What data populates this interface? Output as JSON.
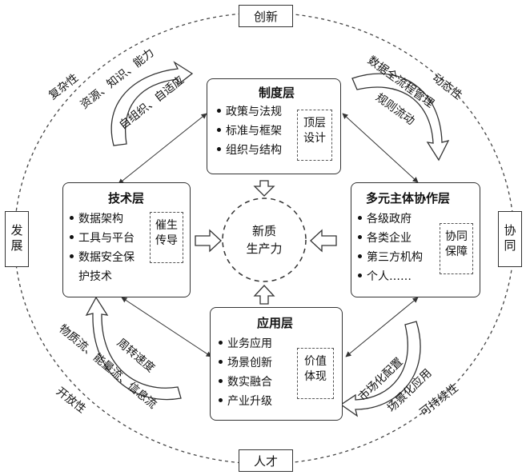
{
  "outer": {
    "top": "创新",
    "bottom": "人才",
    "left": "发展",
    "right": "协同",
    "top_left": "复杂性",
    "top_right": "动态性",
    "bottom_left": "开放性",
    "bottom_right": "可持续性"
  },
  "arcs": {
    "top_left_outer": "资源、知识、能力",
    "top_left_inner": "自组织、自适应",
    "top_right_outer": "数据全流程管理",
    "top_right_inner": "规则流动",
    "bottom_left_outer": "物质流、能量流、信息流",
    "bottom_left_inner": "周转速度",
    "bottom_right_outer": "场景化应用",
    "bottom_right_inner": "市场化配置"
  },
  "center": {
    "line1": "新质",
    "line2": "生产力"
  },
  "boxes": {
    "institution": {
      "title": "制度层",
      "items": [
        "政策与法规",
        "标准与框架",
        "组织与结构"
      ],
      "tag_line1": "顶层",
      "tag_line2": "设计"
    },
    "technology": {
      "title": "技术层",
      "items": [
        "数据架构",
        "工具与平台",
        "数据安全保",
        "护技术"
      ],
      "tag_line1": "催生",
      "tag_line2": "传导"
    },
    "actors": {
      "title": "多元主体协作层",
      "items": [
        "各级政府",
        "各类企业",
        "第三方机构",
        "个人……"
      ],
      "tag_line1": "协同",
      "tag_line2": "保障"
    },
    "application": {
      "title": "应用层",
      "items": [
        "业务应用",
        "场景创新",
        "数实融合",
        "产业升级"
      ],
      "tag_line1": "价值",
      "tag_line2": "体现"
    }
  }
}
